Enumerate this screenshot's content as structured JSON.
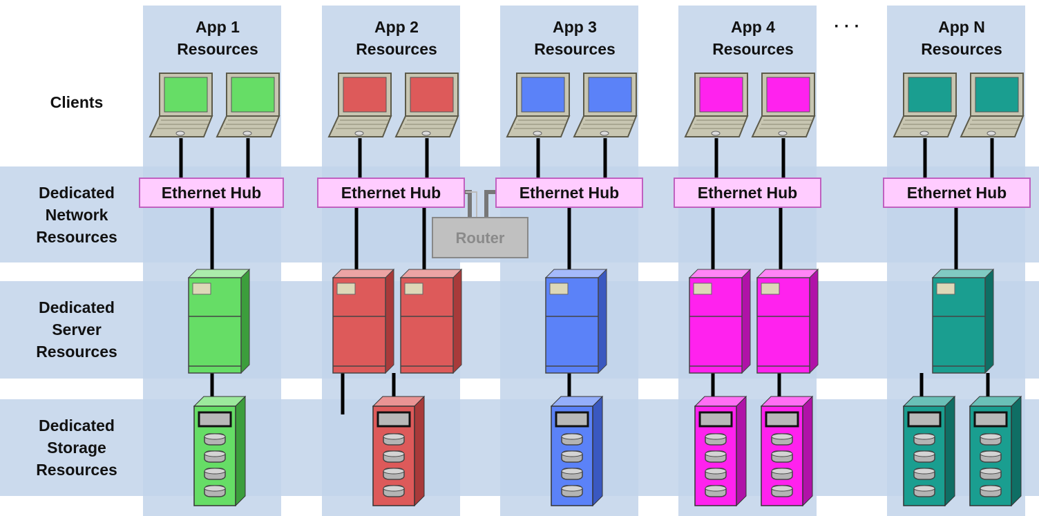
{
  "colors": {
    "column_band": "#c2d4ea",
    "row_band": "#c2d4ea",
    "hub_fill": "#ffccff",
    "hub_stroke": "#c060c0",
    "router_fill": "#c0c0c0",
    "router_stroke": "#888888",
    "wire": "#000000",
    "laptop_body": "#c8c6b2"
  },
  "rows": [
    {
      "id": "clients",
      "lines": [
        "Clients"
      ]
    },
    {
      "id": "network",
      "lines": [
        "Dedicated",
        "Network",
        "Resources"
      ]
    },
    {
      "id": "server",
      "lines": [
        "Dedicated",
        "Server",
        "Resources"
      ]
    },
    {
      "id": "storage",
      "lines": [
        "Dedicated",
        "Storage",
        "Resources"
      ]
    }
  ],
  "ellipsis": "· · ·",
  "hub_label": "Ethernet Hub",
  "router_label": "Router",
  "apps": [
    {
      "title": [
        "App 1",
        "Resources"
      ],
      "color": "#66dd66",
      "dark": "#3c9e3c",
      "clients": 2,
      "servers": 1,
      "storage": 1
    },
    {
      "title": [
        "App 2",
        "Resources"
      ],
      "color": "#dd5a5a",
      "dark": "#a83a3a",
      "clients": 2,
      "servers": 2,
      "storage": 1
    },
    {
      "title": [
        "App 3",
        "Resources"
      ],
      "color": "#5b82f8",
      "dark": "#3a58c0",
      "clients": 2,
      "servers": 1,
      "storage": 1
    },
    {
      "title": [
        "App 4",
        "Resources"
      ],
      "color": "#ff22ee",
      "dark": "#b012a8",
      "clients": 2,
      "servers": 2,
      "storage": 2
    },
    {
      "title": [
        "App N",
        "Resources"
      ],
      "color": "#1a9e90",
      "dark": "#0f6e64",
      "clients": 2,
      "servers": 1,
      "storage": 2
    }
  ]
}
